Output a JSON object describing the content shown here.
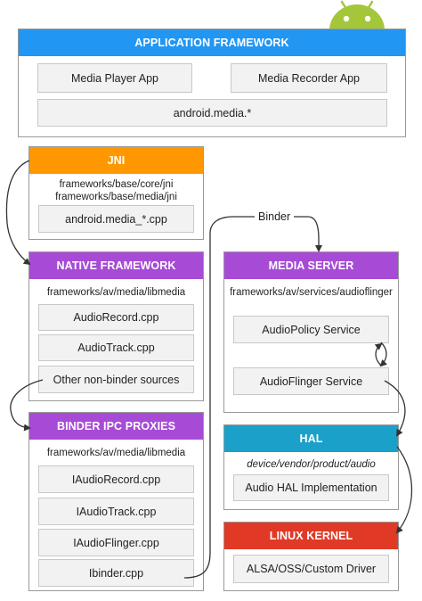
{
  "colors": {
    "application_framework": "#2196f3",
    "jni": "#ff9800",
    "native_framework": "#a74bd6",
    "binder_ipc_proxies": "#a74bd6",
    "media_server": "#a74bd6",
    "hal": "#1ba1c9",
    "linux_kernel": "#e03a27",
    "android_logo": "#a4c639",
    "connector": "#333333"
  },
  "logo": {
    "icon": "android-robot-icon"
  },
  "application_framework": {
    "title": "APPLICATION FRAMEWORK",
    "media_player": "Media Player App",
    "media_recorder": "Media Recorder App",
    "android_media": "android.media.*"
  },
  "jni": {
    "title": "JNI",
    "path1": "frameworks/base/core/jni",
    "path2": "frameworks/base/media/jni",
    "cpp": "android.media_*.cpp"
  },
  "native_framework": {
    "title": "NATIVE FRAMEWORK",
    "path": "frameworks/av/media/libmedia",
    "audio_record": "AudioRecord.cpp",
    "audio_track": "AudioTrack.cpp",
    "other": "Other non-binder sources"
  },
  "binder_ipc_proxies": {
    "title": "BINDER IPC PROXIES",
    "path": "frameworks/av/media/libmedia",
    "iaudio_record": "IAudioRecord.cpp",
    "iaudio_track": "IAudioTrack.cpp",
    "iaudio_flinger": "IAudioFlinger.cpp",
    "ibinder": "Ibinder.cpp"
  },
  "media_server": {
    "title": "MEDIA SERVER",
    "path": "frameworks/av/services/audioflinger",
    "audio_policy": "AudioPolicy Service",
    "audio_flinger": "AudioFlinger Service"
  },
  "hal": {
    "title": "HAL",
    "path": "device/vendor/product/audio",
    "impl": "Audio HAL Implementation"
  },
  "linux_kernel": {
    "title": "LINUX KERNEL",
    "driver": "ALSA/OSS/Custom Driver"
  },
  "connectors": {
    "binder_label": "Binder"
  }
}
